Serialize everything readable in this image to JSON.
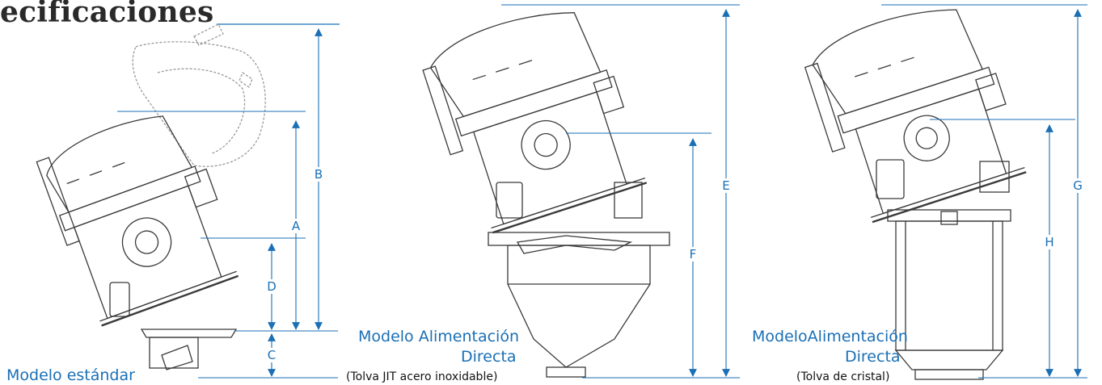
{
  "heading": "ecificaciones",
  "captions": {
    "standard": {
      "title": "Modelo estándar"
    },
    "direct_stainless": {
      "title_line1": "Modelo Alimentación",
      "title_line2": "Directa",
      "subtitle": "(Tolva JIT acero inoxidable)"
    },
    "direct_glass": {
      "title_line1": "ModeloAlimentación",
      "title_line2": "Directa",
      "subtitle": "(Tolva de cristal)"
    }
  },
  "dimensions": {
    "A": "A",
    "B": "B",
    "C": "C",
    "D": "D",
    "E": "E",
    "F": "F",
    "G": "G",
    "H": "H"
  },
  "colors": {
    "dimension_line": "#1a6fb5",
    "drawing_line": "#3a3a3a",
    "ghost_line": "#9a9a9a",
    "heading": "#2a2a2a"
  }
}
